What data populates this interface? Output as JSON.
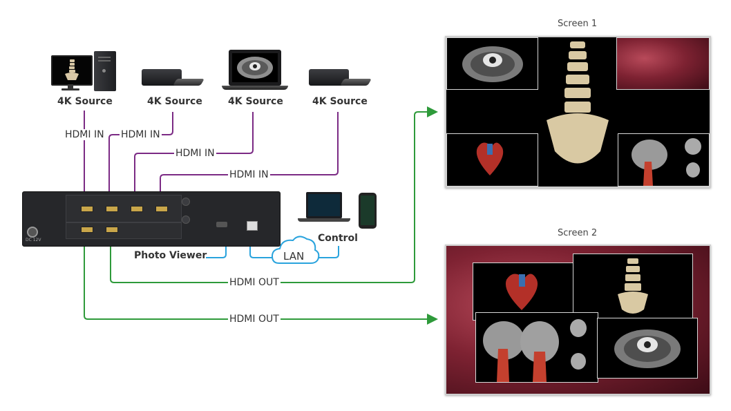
{
  "sources": [
    {
      "label": "4K Source",
      "device": "desktop-computer"
    },
    {
      "label": "4K Source",
      "device": "media-box"
    },
    {
      "label": "4K Source",
      "device": "laptop"
    },
    {
      "label": "4K Source",
      "device": "media-box"
    }
  ],
  "links": {
    "hdmi_in": "HDMI IN",
    "hdmi_out": "HDMI OUT",
    "lan": "LAN"
  },
  "labels": {
    "photo_viewer": "Photo Viewer",
    "control": "Control",
    "dc_power": "DC 12V"
  },
  "screens": {
    "screen1": "Screen 1",
    "screen2": "Screen 2"
  },
  "colors": {
    "hdmi_in": "#7b2a84",
    "hdmi_out": "#2e9a3a",
    "control": "#29a3dd"
  }
}
